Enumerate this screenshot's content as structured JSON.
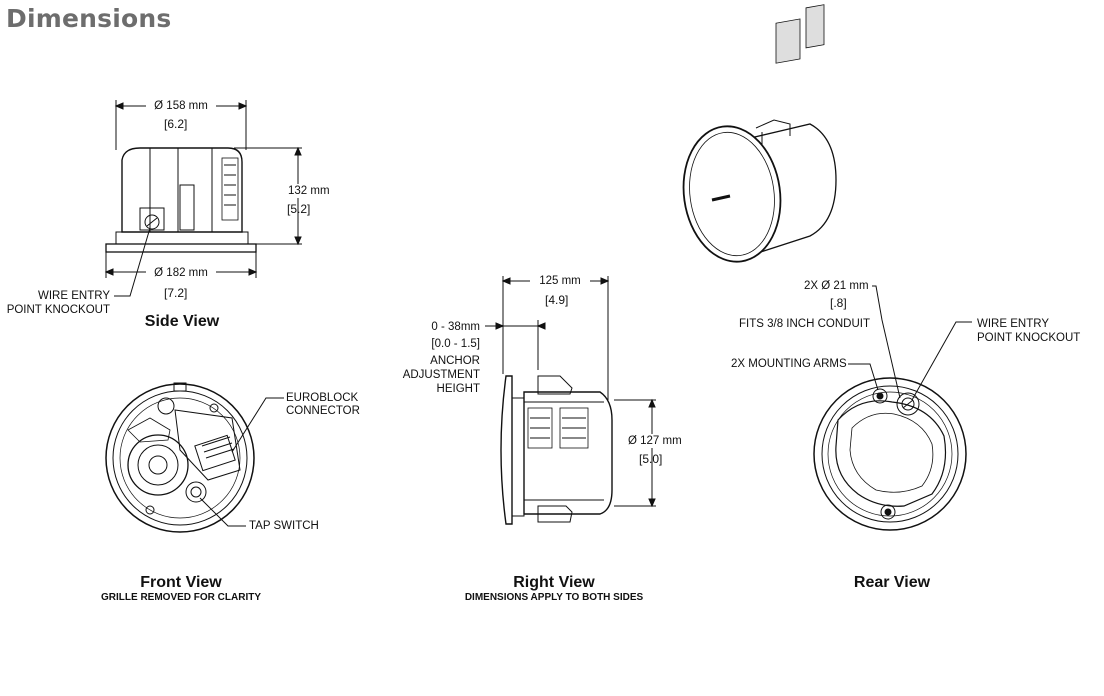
{
  "page": {
    "title": "Dimensions"
  },
  "side_view": {
    "top_dim": "Ø 158 mm",
    "top_dim_in": "[6.2]",
    "height_dim": "132 mm",
    "height_dim_in": "[5.2]",
    "bottom_dim": "Ø 182 mm",
    "bottom_dim_in": "[7.2]",
    "wire_entry_1": "WIRE ENTRY",
    "wire_entry_2": "POINT KNOCKOUT",
    "title": "Side View"
  },
  "front_view": {
    "euroblock_1": "EUROBLOCK",
    "euroblock_2": "CONNECTOR",
    "tap_switch": "TAP SWITCH",
    "title": "Front View",
    "subtitle": "GRILLE REMOVED FOR CLARITY"
  },
  "right_view": {
    "depth_dim": "125 mm",
    "depth_dim_in": "[4.9]",
    "anchor_range": "0 - 38mm",
    "anchor_range_in": "[0.0 - 1.5]",
    "anchor_1": "ANCHOR",
    "anchor_2": "ADJUSTMENT",
    "anchor_3": "HEIGHT",
    "dia_dim": "Ø 127 mm",
    "dia_dim_in": "[5.0]",
    "title": "Right View",
    "subtitle": "DIMENSIONS APPLY TO BOTH SIDES"
  },
  "rear_view": {
    "conduit_dim": "2X Ø 21 mm",
    "conduit_dim_in": "[.8]",
    "conduit_note": "FITS 3/8 INCH CONDUIT",
    "mounting_arms": "2X MOUNTING ARMS",
    "wire_entry_1": "WIRE ENTRY",
    "wire_entry_2": "POINT KNOCKOUT",
    "title": "Rear View"
  }
}
